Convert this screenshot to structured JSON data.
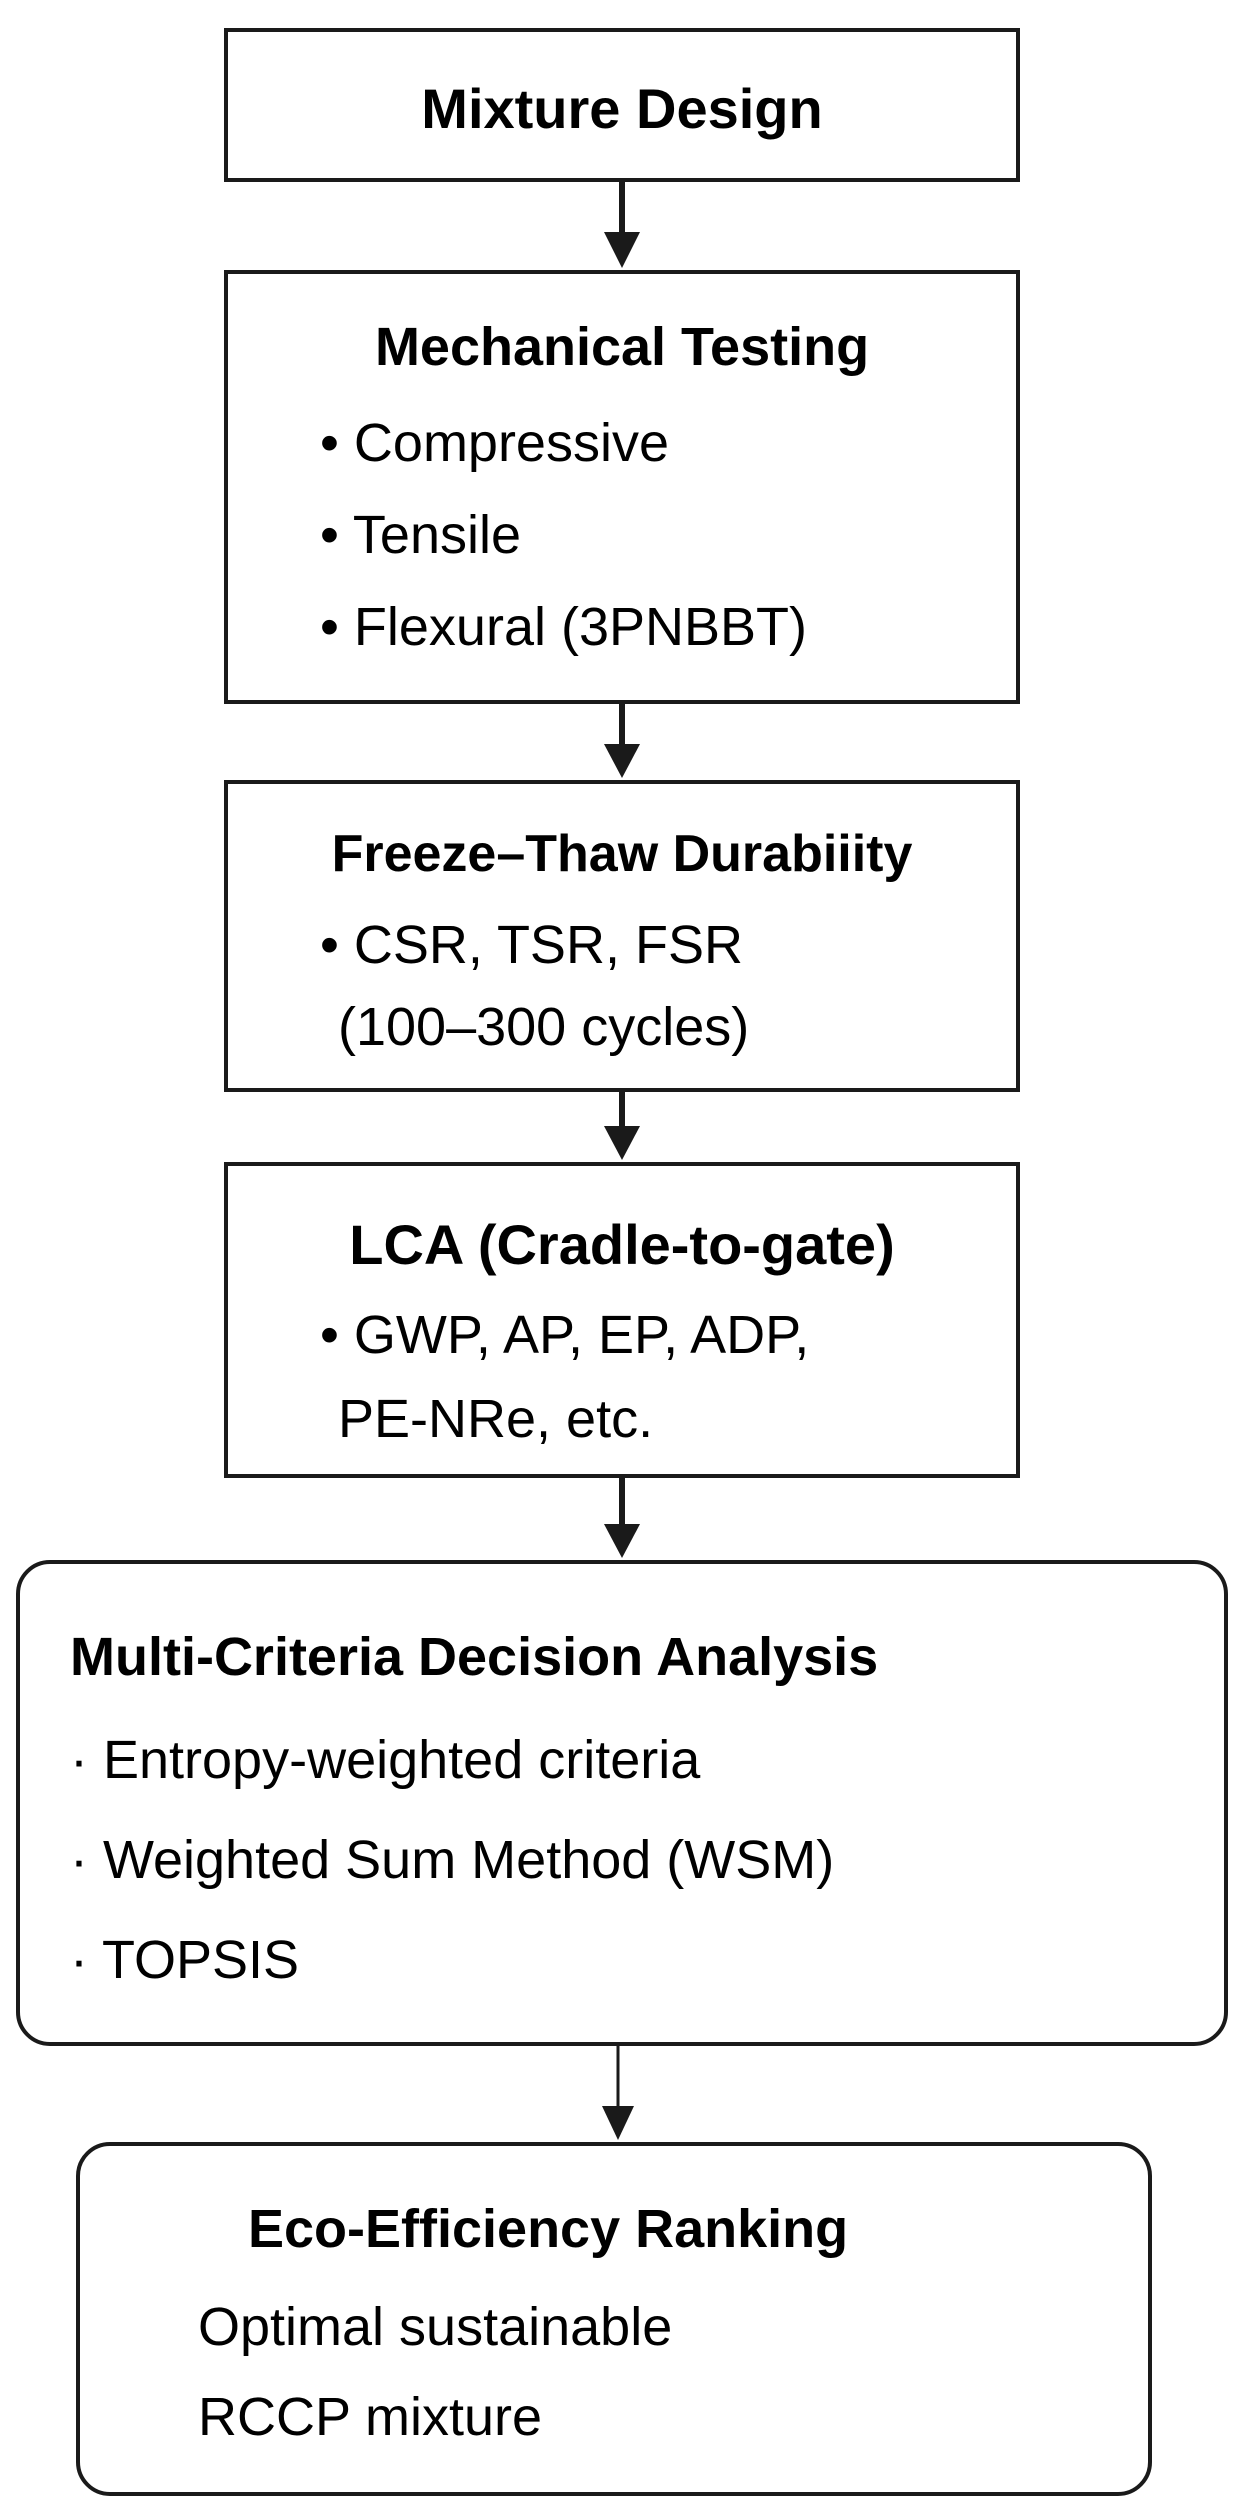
{
  "steps": [
    {
      "title": "Mixture Design",
      "lines": []
    },
    {
      "title": "Mechanical Testing",
      "lines": [
        "• Compressive",
        "• Tensile",
        "• Flexural (3PNBBT)"
      ]
    },
    {
      "title": "Freeze–Thaw Durabiiity",
      "lines": [
        "• CSR, TSR, FSR",
        "(100–300 cycles)"
      ]
    },
    {
      "title": "LCA (Cradle-to-gate)",
      "lines": [
        "• GWP, AP, EP, ADP,",
        "PE-NRe, etc."
      ]
    },
    {
      "title": "Multi-Criteria Decision Analysis",
      "lines": [
        "· Entropy-weighted criteria",
        "· Weighted Sum Method (WSM)",
        "· TOPSIS"
      ]
    },
    {
      "title": "Eco-Efficiency Ranking",
      "lines": [
        "Optimal sustainable",
        "RCCP mixture"
      ]
    }
  ],
  "colors": {
    "stroke": "#1a1a1a",
    "background": "#ffffff",
    "text": "#000000"
  }
}
